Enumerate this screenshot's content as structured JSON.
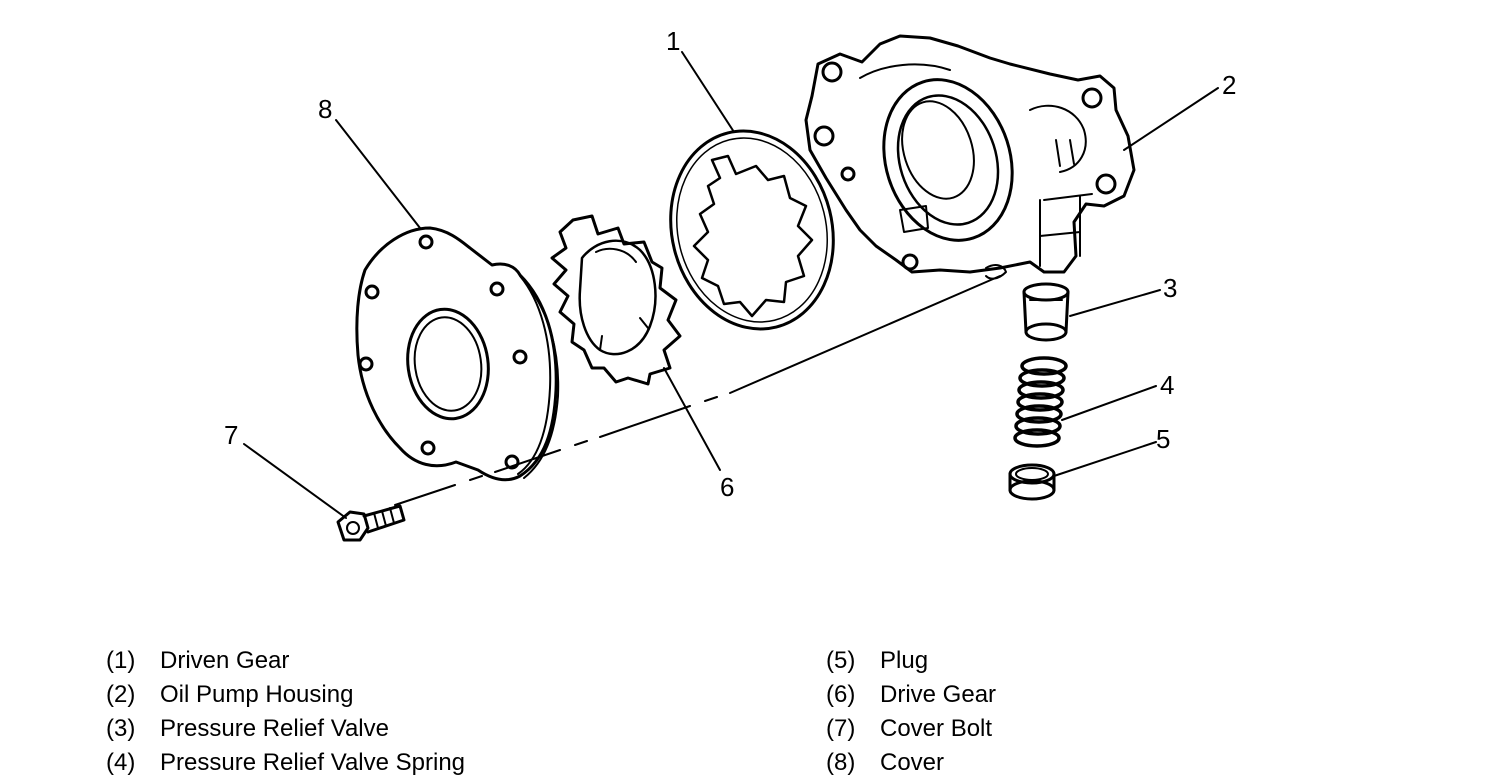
{
  "callouts": {
    "c1": "1",
    "c2": "2",
    "c3": "3",
    "c4": "4",
    "c5": "5",
    "c6": "6",
    "c7": "7",
    "c8": "8"
  },
  "legend": {
    "left": [
      {
        "num": "(1)",
        "text": "Driven Gear"
      },
      {
        "num": "(2)",
        "text": "Oil Pump Housing"
      },
      {
        "num": "(3)",
        "text": "Pressure Relief Valve"
      },
      {
        "num": "(4)",
        "text": "Pressure Relief Valve Spring"
      }
    ],
    "right": [
      {
        "num": "(5)",
        "text": "Plug"
      },
      {
        "num": "(6)",
        "text": "Drive Gear"
      },
      {
        "num": "(7)",
        "text": "Cover Bolt"
      },
      {
        "num": "(8)",
        "text": "Cover"
      }
    ]
  }
}
